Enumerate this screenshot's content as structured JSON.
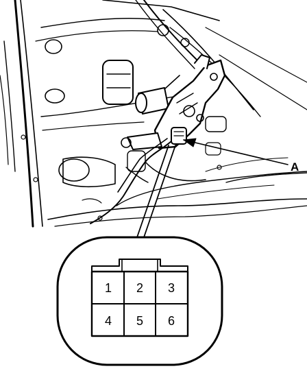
{
  "callout": {
    "label": "A"
  },
  "connector": {
    "pins": [
      {
        "number": "1"
      },
      {
        "number": "2"
      },
      {
        "number": "3"
      },
      {
        "number": "4"
      },
      {
        "number": "5"
      },
      {
        "number": "6"
      }
    ]
  }
}
